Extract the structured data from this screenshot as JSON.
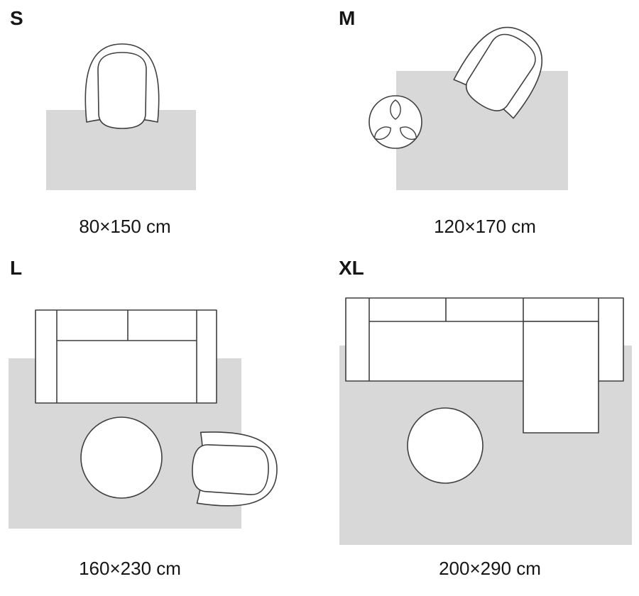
{
  "colors": {
    "background": "#ffffff",
    "rug_fill": "#d8d8d8",
    "outline": "#3f3f3f",
    "furniture_fill": "#ffffff",
    "text": "#161616"
  },
  "sizes": [
    {
      "label": "S",
      "dimensions": "80×150 cm"
    },
    {
      "label": "M",
      "dimensions": "120×170 cm"
    },
    {
      "label": "L",
      "dimensions": "160×230 cm"
    },
    {
      "label": "XL",
      "dimensions": "200×290 cm"
    }
  ]
}
